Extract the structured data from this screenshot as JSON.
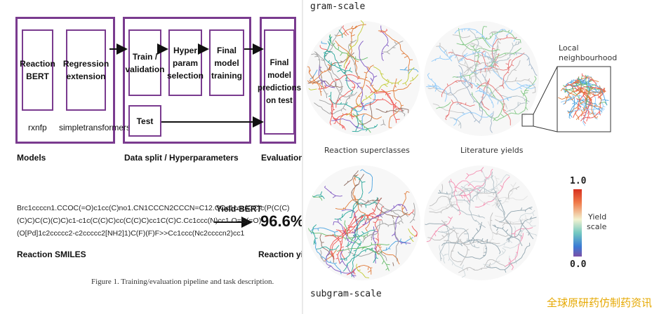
{
  "pipeline": {
    "models": {
      "items": [
        [
          "Reaction",
          "BERT"
        ],
        [
          "Regression",
          "extension"
        ]
      ],
      "sub": [
        "rxnfp",
        "simpletransformers"
      ],
      "label": "Models"
    },
    "split": {
      "items": [
        [
          "Train /",
          "validation"
        ],
        [
          "Hyper",
          "param",
          "selection"
        ],
        [
          "Final",
          "model",
          "training"
        ]
      ],
      "test": "Test",
      "label": "Data split / Hyperparameters"
    },
    "evaluation": {
      "box": [
        "Final",
        "model",
        "predictions",
        "on test"
      ],
      "label": "Evaluation"
    }
  },
  "task": {
    "smiles_lines": [
      "Brc1ccccn1.CCOC(=O)c1cc(C)no1.CN1CCCN2CCCN=C12.COc1ccc(OC)c(P(C(C)",
      "(C)C)C(C)(C)C)c1-c1c(C(C)C)cc(C(C)C)cc1C(C)C.Cc1ccc(N)cc1.O=S(=O)",
      "(O[Pd]1c2ccccc2-c2ccccc2[NH2]1)C(F)(F)F>>Cc1ccc(Nc2ccccn2)cc1"
    ],
    "model_label": "Yield-BERT",
    "result": "96.6%",
    "smiles_label": "Reaction SMILES",
    "yield_label": "Reaction yield"
  },
  "figure_caption": "Figure 1. Training/evaluation pipeline and task description.",
  "tmap": {
    "top_label": "gram-scale",
    "bottom_label": "subgram-scale",
    "panel_labels": [
      "Reaction superclasses",
      "Literature yields"
    ],
    "local_label": [
      "Local",
      "neighbourhood"
    ],
    "colorbar": {
      "max": "1.0",
      "min": "0.0",
      "title": [
        "Yield",
        "scale"
      ]
    }
  },
  "watermark": "全球原研药仿制药资讯",
  "colors": {
    "purple": "#7a3b8f",
    "watermark": "#e6a800"
  }
}
